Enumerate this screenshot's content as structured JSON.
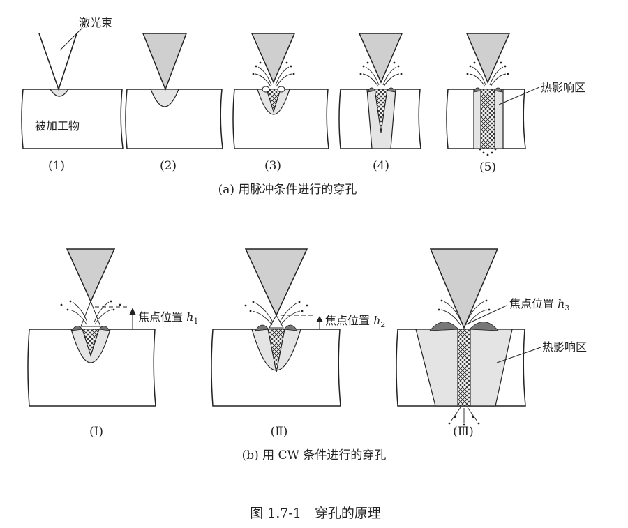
{
  "labels": {
    "laser_beam": "激光束",
    "workpiece": "被加工物",
    "haz_a": "热影响区",
    "haz_b": "热影响区",
    "focus_1": "焦点位置",
    "h1": "h",
    "h1_sub": "1",
    "focus_2": "焦点位置",
    "h2": "h",
    "h2_sub": "2",
    "focus_3": "焦点位置",
    "h3": "h",
    "h3_sub": "3"
  },
  "panels_a": [
    "(1)",
    "(2)",
    "(3)",
    "(4)",
    "(5)"
  ],
  "caption_a": "(a) 用脉冲条件进行的穿孔",
  "panels_b": [
    "(Ⅰ)",
    "(Ⅱ)",
    "(Ⅲ)"
  ],
  "caption_b": "(b) 用 CW 条件进行的穿孔",
  "figure_title": "图 1.7-1　穿孔的原理",
  "colors": {
    "beam": "#cfcfcf",
    "haz": "#e4e4e4",
    "spatter": "#777777",
    "line": "#222222"
  }
}
